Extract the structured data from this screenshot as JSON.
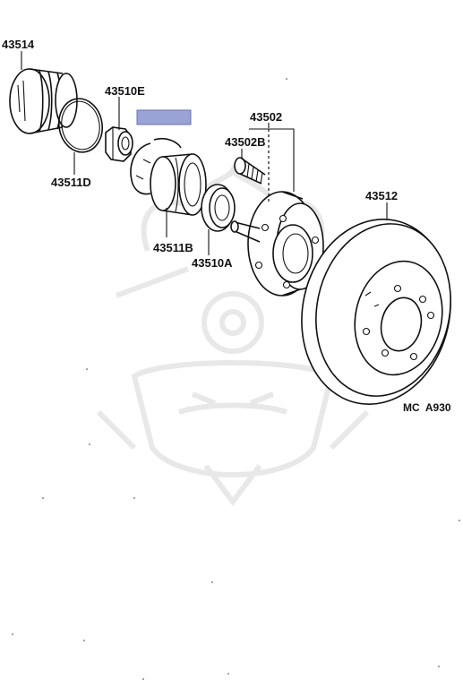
{
  "parts": {
    "boot": "43514",
    "snap_ring": "43511D",
    "nut": "43510E",
    "bearing": "43511B",
    "hub_bolt": "43502B",
    "hub": "43502",
    "oil_seal": "43510A",
    "disc": "43512"
  },
  "diagram_code": "MC  A930",
  "highlight_color": "#9aa3d6",
  "watermark": "samurai-helmet-logo"
}
